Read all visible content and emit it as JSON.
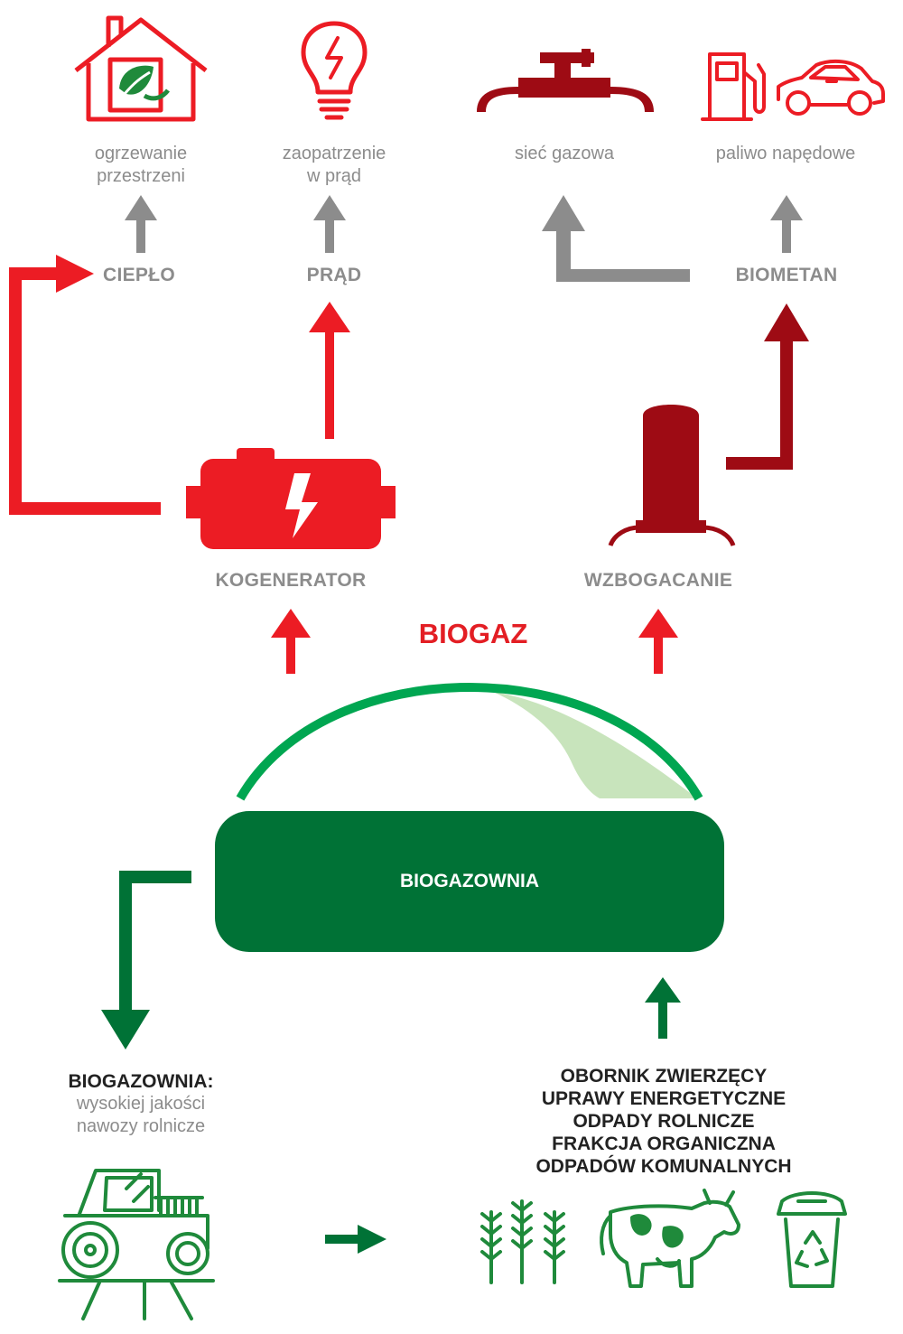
{
  "colors": {
    "red": "#ec1c24",
    "dark_red": "#9e0b14",
    "grey": "#8c8c8c",
    "green_dark": "#007236",
    "green_mid": "#00a651",
    "green_light": "#c8e4bc",
    "text_dark": "#222222"
  },
  "outputs": {
    "heating": {
      "line1": "ogrzewanie",
      "line2": "przestrzeni",
      "icon": "house-leaf-icon"
    },
    "power": {
      "line1": "zaopatrzenie",
      "line2": "w prąd",
      "icon": "lightbulb-icon"
    },
    "gas_network": {
      "label": "sieć gazowa",
      "icon": "gas-pipeline-icon"
    },
    "fuel": {
      "label": "paliwo napędowe",
      "icon": "fuel-pump-car-icon"
    }
  },
  "products": {
    "heat": "CIEPŁO",
    "electricity": "PRĄD",
    "biomethane": "BIOMETAN"
  },
  "units": {
    "cogenerator": "KOGENERATOR",
    "upgrading": "WZBOGACANIE"
  },
  "biogas_label": "BIOGAZ",
  "plant_label": "BIOGAZOWNIA",
  "digestate": {
    "title": "BIOGAZOWNIA:",
    "line1": "wysokiej jakości",
    "line2": "nawozy rolnicze"
  },
  "feedstock": [
    "OBORNIK ZWIERZĘCY",
    "UPRAWY ENERGETYCZNE",
    "ODPADY ROLNICZE",
    "FRAKCJA ORGANICZNA",
    "ODPADÓW KOMUNALNYCH"
  ]
}
